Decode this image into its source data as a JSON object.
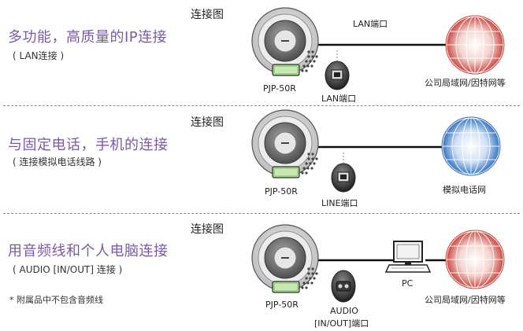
{
  "sections": [
    {
      "headline": "多功能，高质量的IP连接",
      "subline": "( LAN连接 )",
      "diagram_title": "连接图",
      "device_label": "PJP-50R",
      "port_label": "LAN端口",
      "line_label": "LAN端口",
      "network_label": "公司局域网/因特网等",
      "globe_color": "red"
    },
    {
      "headline": "与固定电话，手机的连接",
      "subline": "( 连接模拟电话线路 )",
      "diagram_title": "连接图",
      "device_label": "PJP-50R",
      "port_label": "LINE端口",
      "network_label": "模拟电话网",
      "globe_color": "blue"
    },
    {
      "headline": "用音频线和个人电脑连接",
      "subline": "( AUDIO [IN/OUT] 连接 )",
      "note": "* 附属品中不包含音频线",
      "diagram_title": "连接图",
      "device_label": "PJP-50R",
      "port_label_line1": "AUDIO",
      "port_label_line2": "[IN/OUT]端口",
      "pc_label": "PC",
      "network_label": "公司局域网/因特网等",
      "globe_color": "red"
    }
  ],
  "colors": {
    "headline": "#7a5aa6",
    "globe_red": "#c9433c",
    "globe_blue": "#2f6fc0",
    "line": "#111111"
  }
}
